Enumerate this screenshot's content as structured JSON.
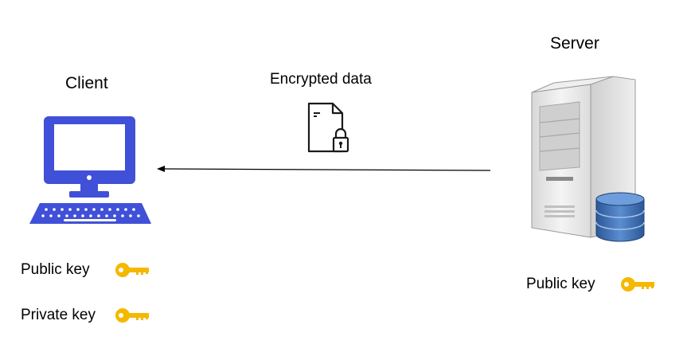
{
  "client": {
    "title": "Client",
    "keys": [
      {
        "label": "Public key",
        "icon": "key-icon"
      },
      {
        "label": "Private key",
        "icon": "key-icon"
      }
    ]
  },
  "server": {
    "title": "Server",
    "keys": [
      {
        "label": "Public key",
        "icon": "key-icon"
      }
    ]
  },
  "transfer": {
    "label": "Encrypted data",
    "icon": "locked-document-icon",
    "direction": "server-to-client"
  },
  "colors": {
    "computer": "#4050d8",
    "key": "#f5b800",
    "server_body": "#e6e6e6",
    "database": "#3d6fb3"
  }
}
